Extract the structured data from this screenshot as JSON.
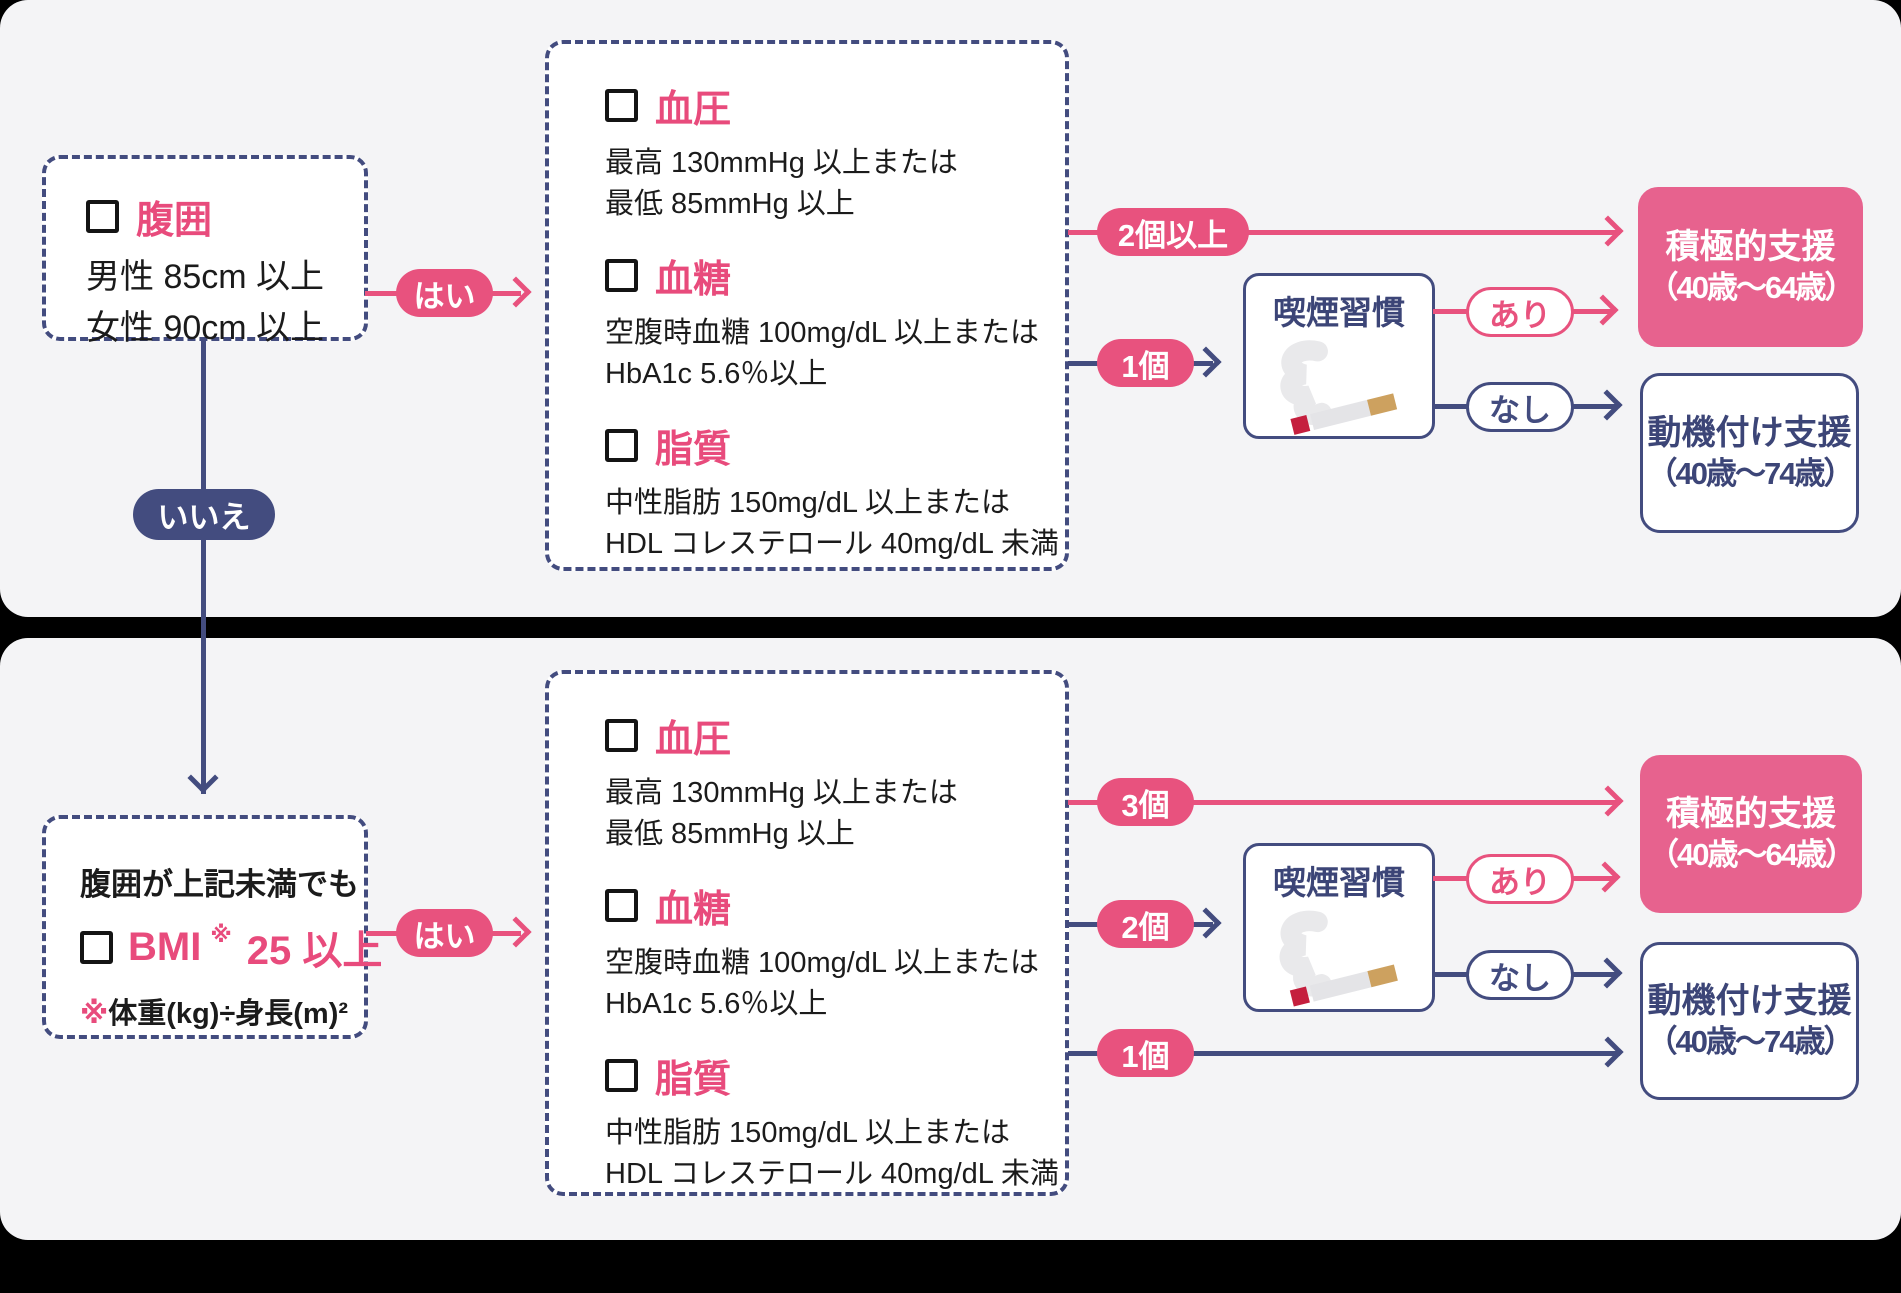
{
  "palette": {
    "pink": "#e8527e",
    "pink_box_fill": "#e7628e",
    "pink_text": "#e84b7c",
    "navy": "#434c7f",
    "navy_text": "#3c4577",
    "panel_bg": "#f4f4f6",
    "canvas_bg": "#000000",
    "body_text": "#1b1b1b"
  },
  "top_flow": {
    "waist_box": {
      "title": "腹囲",
      "line1": "男性 85cm 以上",
      "line2": "女性 90cm 以上"
    },
    "yes_pill": "はい",
    "no_pill": "いいえ",
    "risk_box": {
      "items": [
        {
          "title": "血圧",
          "desc1": "最高 130mmHg 以上または",
          "desc2": "最低 85mmHg 以上"
        },
        {
          "title": "血糖",
          "desc1": "空腹時血糖 100mg/dL 以上または",
          "desc2": "HbA1c 5.6％以上"
        },
        {
          "title": "脂質",
          "desc1": "中性脂肪 150mg/dL 以上または",
          "desc2": "HDL コレステロール 40mg/dL 未満"
        }
      ]
    },
    "branch_two_plus": "2個以上",
    "branch_one": "1個",
    "smoking_label": "喫煙習慣",
    "smoking_yes": "あり",
    "smoking_no": "なし",
    "active_support_line1": "積極的支援",
    "active_support_line2": "（40歳〜64歳）",
    "motivational_support_line1": "動機付け支援",
    "motivational_support_line2": "（40歳〜74歳）"
  },
  "bottom_flow": {
    "bmi_box": {
      "pre": "腹囲が上記未満でも",
      "title_main": "BMI",
      "title_sup": "※",
      "title_rest": "25 以上",
      "note_sym": "※",
      "note_text": "体重(kg)÷身長(m)²"
    },
    "yes_pill": "はい",
    "risk_box": {
      "items": [
        {
          "title": "血圧",
          "desc1": "最高 130mmHg 以上または",
          "desc2": "最低 85mmHg 以上"
        },
        {
          "title": "血糖",
          "desc1": "空腹時血糖 100mg/dL 以上または",
          "desc2": "HbA1c 5.6％以上"
        },
        {
          "title": "脂質",
          "desc1": "中性脂肪 150mg/dL 以上または",
          "desc2": "HDL コレステロール 40mg/dL 未満"
        }
      ]
    },
    "branch_three": "3個",
    "branch_two": "2個",
    "branch_one": "1個",
    "smoking_label": "喫煙習慣",
    "smoking_yes": "あり",
    "smoking_no": "なし",
    "active_support_line1": "積極的支援",
    "active_support_line2": "（40歳〜64歳）",
    "motivational_support_line1": "動機付け支援",
    "motivational_support_line2": "（40歳〜74歳）"
  }
}
